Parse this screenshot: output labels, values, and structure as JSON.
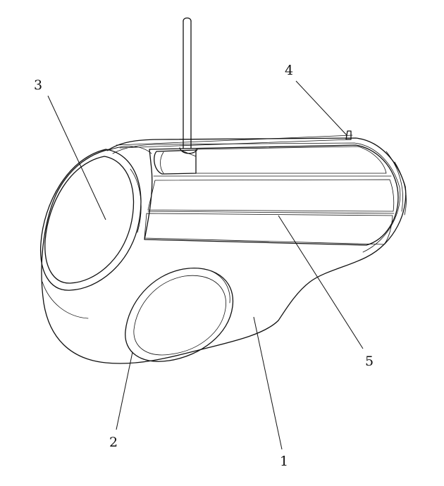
{
  "figure": {
    "labels": [
      {
        "id": "1",
        "text": "1"
      },
      {
        "id": "2",
        "text": "2"
      },
      {
        "id": "3",
        "text": "3"
      },
      {
        "id": "4",
        "text": "4"
      },
      {
        "id": "5",
        "text": "5"
      }
    ]
  }
}
